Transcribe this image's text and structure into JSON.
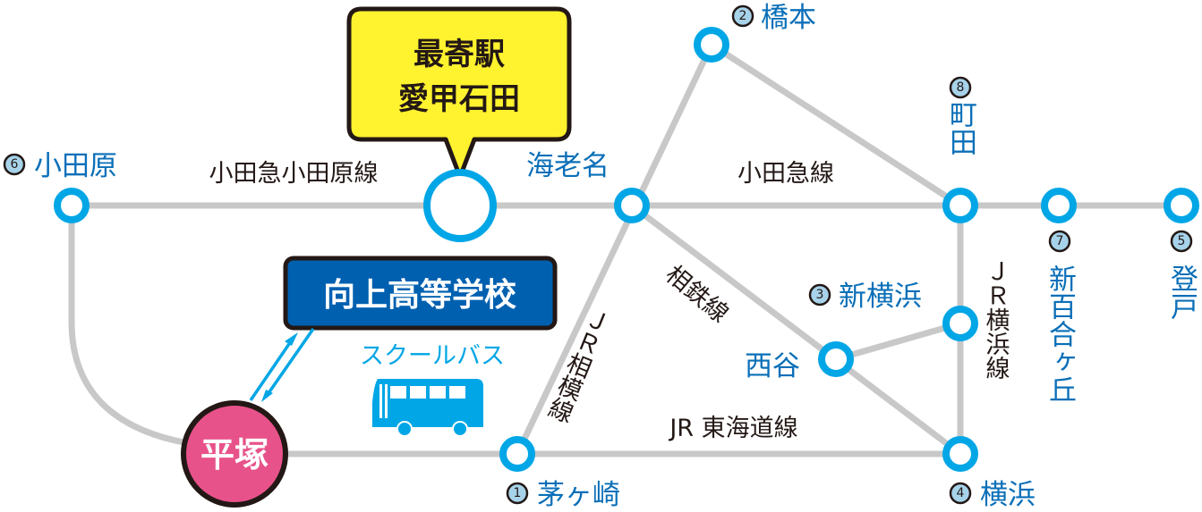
{
  "callout": {
    "line1": "最寄駅",
    "line2": "愛甲石田"
  },
  "school": {
    "name": "向上高等学校"
  },
  "bus": {
    "label": "スクールバス",
    "icon": "bus-icon"
  },
  "hub": {
    "name": "平塚"
  },
  "lines": {
    "odakyu_odawara": "小田急小田原線",
    "odakyu": "小田急線",
    "jr_sagami": "ＪＲ相模線",
    "sotetsu": "相鉄線",
    "jr_tokaido": "JR 東海道線",
    "jr_yokohama": "ＪＲ横浜線"
  },
  "stations": {
    "chigasaki": {
      "num": "1",
      "name": "茅ヶ崎"
    },
    "hashimoto": {
      "num": "2",
      "name": "橋本"
    },
    "shinyokohama": {
      "num": "3",
      "name": "新横浜"
    },
    "yokohama": {
      "num": "4",
      "name": "横浜"
    },
    "noborito": {
      "num": "5",
      "name": "登戸"
    },
    "odawara": {
      "num": "6",
      "name": "小田原"
    },
    "shinyurigaoka": {
      "num": "7",
      "name": "新百合ヶ丘"
    },
    "machida": {
      "num": "8",
      "name": "町田"
    },
    "ebina": {
      "name": "海老名"
    },
    "futamatagawa": {
      "name": "西谷"
    }
  },
  "colors": {
    "station": "#00a6e6",
    "label": "#0a6fb8",
    "line": "#c8c8c8",
    "callout": "#fff22e",
    "school": "#0060b0",
    "hub": "#e8528a"
  }
}
